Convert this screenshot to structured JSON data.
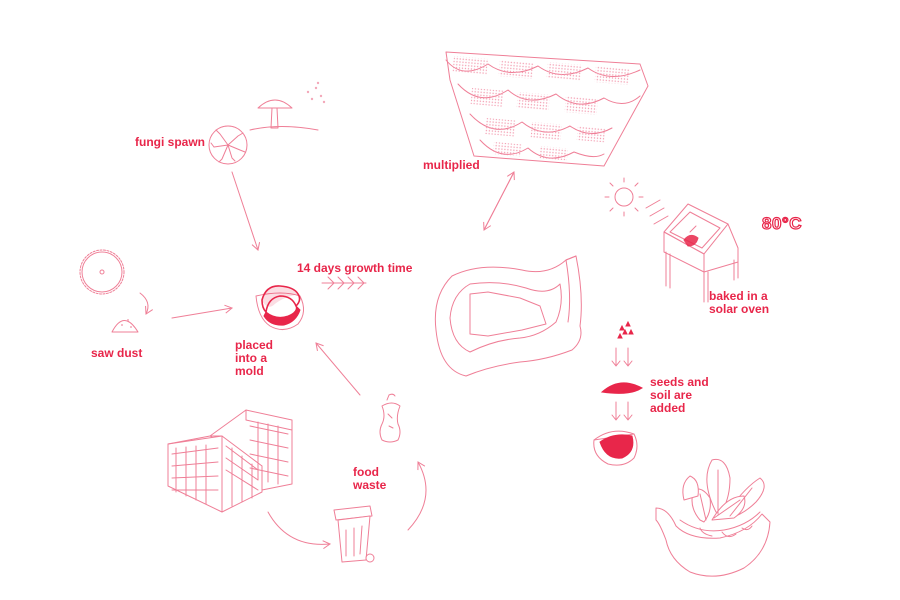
{
  "labels": {
    "fungi_spawn": "fungi spawn",
    "saw_dust": "saw dust",
    "placed_into_mold": [
      "placed",
      "into a",
      "mold"
    ],
    "growth_time": "14 days growth time",
    "food_waste": [
      "food",
      "waste"
    ],
    "multiplied": "multiplied",
    "temperature": "80°C",
    "solar_oven": [
      "baked in a",
      "solar oven"
    ],
    "seeds_soil": [
      "seeds and",
      "soil are",
      "added"
    ]
  },
  "colors": {
    "accent": "#e8264a",
    "line": "#ef7f97",
    "background": "#ffffff"
  }
}
